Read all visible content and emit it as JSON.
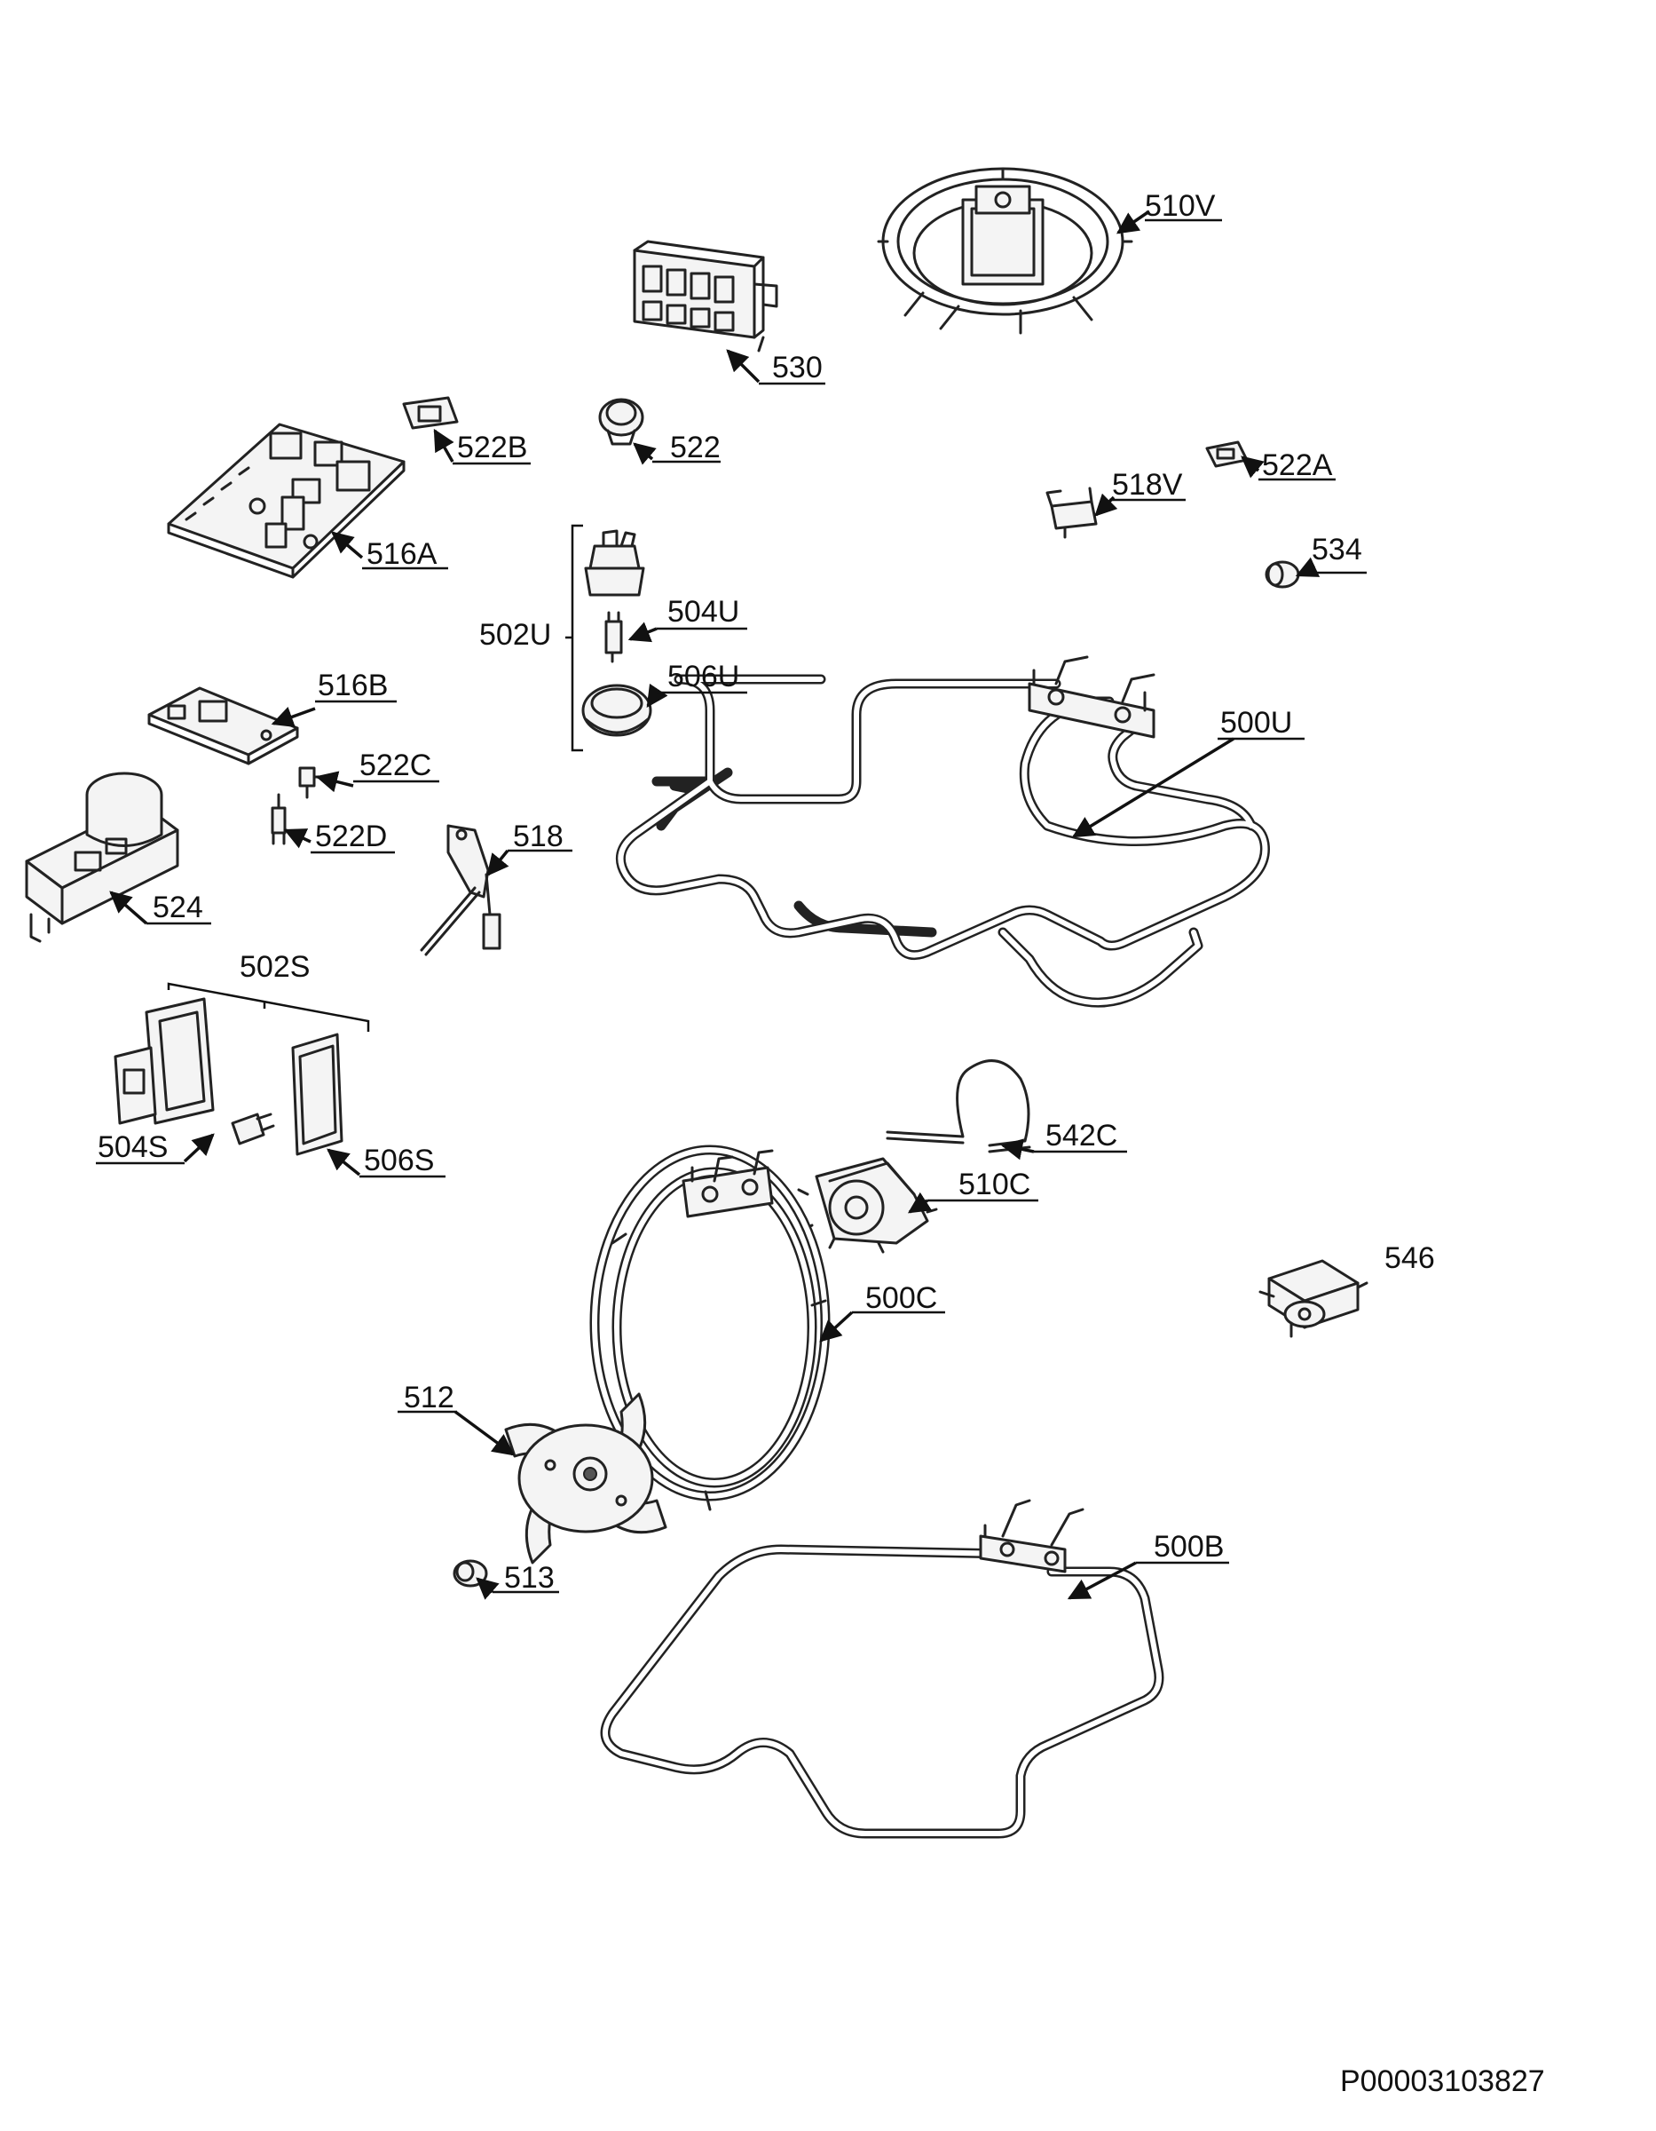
{
  "diagram": {
    "labels": {
      "p510V": "510V",
      "p530": "530",
      "p522B": "522B",
      "p522": "522",
      "p522A": "522A",
      "p518V": "518V",
      "p516A": "516A",
      "p534": "534",
      "p502U": "502U",
      "p504U": "504U",
      "p506U": "506U",
      "p500U": "500U",
      "p516B": "516B",
      "p522C": "522C",
      "p522D": "522D",
      "p518": "518",
      "p524": "524",
      "p502S": "502S",
      "p504S": "504S",
      "p506S": "506S",
      "p542C": "542C",
      "p510C": "510C",
      "p546": "546",
      "p500C": "500C",
      "p512": "512",
      "p513": "513",
      "p500B": "500B"
    },
    "document_code": "P00003103827"
  }
}
